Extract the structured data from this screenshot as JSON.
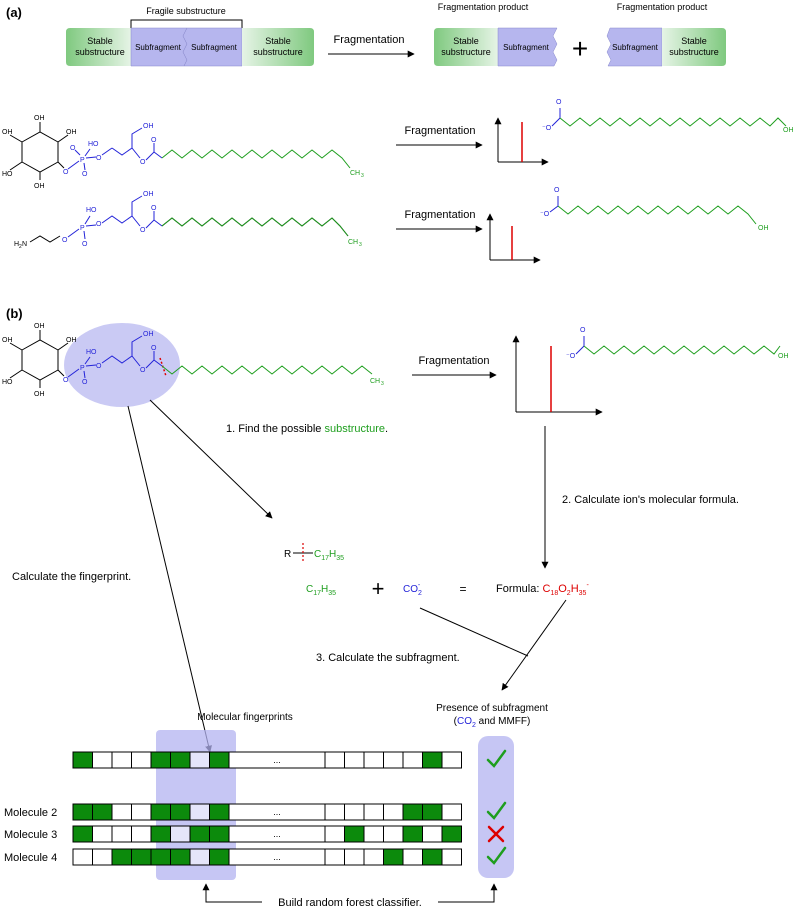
{
  "panel_a": {
    "label": "(a)",
    "bracket_label": "Fragile substructure",
    "block_stable_left": [
      "Stable",
      "substructure"
    ],
    "block_sub_1": "Subfragment",
    "block_sub_2": "Subfragment",
    "block_stable_right": [
      "Stable",
      "substructure"
    ],
    "frag_arrow_label": "Fragmentation",
    "product_label_1": "Fragmentation product",
    "product_label_2": "Fragmentation product",
    "prod1_stable": [
      "Stable",
      "substructure"
    ],
    "prod1_sub": "Subfragment",
    "plus": "+",
    "prod2_sub": "Subfragment",
    "prod2_stable": [
      "Stable",
      "substructure"
    ],
    "row1_arrow": "Fragmentation",
    "row2_arrow": "Fragmentation"
  },
  "molecule_labels": {
    "oh": "OH",
    "ho": "HO",
    "o": "O",
    "p": "P",
    "o_minus": "⁻O",
    "ch3": "CH",
    "ch3_sub": "3",
    "h2n": "H",
    "h2n_sub": "2",
    "n": "N",
    "oh_end": "OH"
  },
  "panel_b": {
    "label": "(b)",
    "frag_arrow": "Fragmentation",
    "step1_prefix": "1. Find the possible ",
    "step1_highlight": "substructure",
    "step1_suffix": ".",
    "step2": "2. Calculate ion's molecular formula.",
    "step3": "3. Calculate the subfragment.",
    "fingerprint_calc": "Calculate the fingerprint.",
    "r_label": "R",
    "c17": "C",
    "c17_sub1": "17",
    "h35": "H",
    "h35_sub": "35",
    "plus": "+",
    "co2": "CO",
    "co2_sub": "2",
    "co2_sup": "-",
    "equals": "=",
    "formula_label": "Formula: ",
    "formula_c": "C",
    "formula_c_sub": "18",
    "formula_o": "O",
    "formula_o_sub": "2",
    "formula_h": "H",
    "formula_h_sub": "35",
    "formula_sup": "-",
    "fingerprints_title": "Molecular fingerprints",
    "presence_title_1": "Presence of subfragment",
    "presence_title_2_open": "(",
    "presence_title_2_co": "CO",
    "presence_title_2_sub": "2",
    "presence_title_2_rest": " and MMFF)",
    "ellipsis": "...",
    "rows": [
      {
        "label": "",
        "cells": [
          1,
          0,
          0,
          0,
          1,
          1,
          0,
          1,
          0,
          0,
          0,
          0,
          0,
          1,
          0
        ],
        "presence": "check"
      },
      {
        "label": "Molecule 2",
        "cells": [
          1,
          1,
          0,
          0,
          1,
          1,
          0,
          1,
          0,
          0,
          0,
          0,
          1,
          1,
          0
        ],
        "presence": "check"
      },
      {
        "label": "Molecule 3",
        "cells": [
          1,
          0,
          0,
          0,
          1,
          0,
          1,
          1,
          0,
          1,
          0,
          0,
          1,
          0,
          1
        ],
        "presence": "cross"
      },
      {
        "label": "Molecule 4",
        "cells": [
          0,
          0,
          1,
          1,
          1,
          1,
          0,
          1,
          0,
          0,
          0,
          1,
          0,
          1,
          0
        ],
        "presence": "check"
      }
    ],
    "classifier": "Build random forest classifier."
  },
  "colors": {
    "stable_green": "#5cb85c",
    "subfragment_blue": "#b6b6ee",
    "highlight_blue": "#b3b3f0",
    "chain_green": "#1e9e1e",
    "head_blue": "#2323d8",
    "peak_red": "#dd0000",
    "cell_green": "#0c8a0c",
    "formula_red": "#dd0000"
  }
}
